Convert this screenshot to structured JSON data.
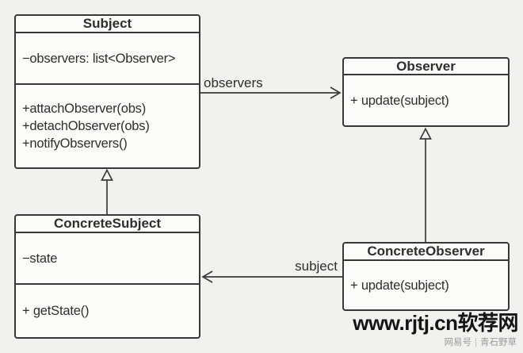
{
  "diagram": {
    "type": "uml-class-diagram",
    "pattern": "Observer",
    "classes": [
      {
        "id": "subject",
        "title": "Subject",
        "attributes": [
          "−observers: list<Observer>"
        ],
        "methods": [
          "+attachObserver(obs)",
          "+detachObserver(obs)",
          "+notifyObservers()"
        ]
      },
      {
        "id": "observer",
        "title": "Observer",
        "attributes": [],
        "methods": [
          "+ update(subject)"
        ]
      },
      {
        "id": "concrete-subject",
        "title": "ConcreteSubject",
        "attributes": [
          "−state"
        ],
        "methods": [
          "+ getState()"
        ]
      },
      {
        "id": "concrete-observer",
        "title": "ConcreteObserver",
        "attributes": [],
        "methods": [
          "+ update(subject)"
        ]
      }
    ],
    "relations": [
      {
        "type": "association",
        "from": "Subject",
        "to": "Observer",
        "label": "observers",
        "arrowhead": "open"
      },
      {
        "type": "association",
        "from": "ConcreteObserver",
        "to": "ConcreteSubject",
        "label": "subject",
        "arrowhead": "open"
      },
      {
        "type": "inheritance",
        "from": "ConcreteSubject",
        "to": "Subject",
        "label": "",
        "arrowhead": "hollow-triangle"
      },
      {
        "type": "inheritance",
        "from": "ConcreteObserver",
        "to": "Observer",
        "label": "",
        "arrowhead": "hollow-triangle"
      }
    ],
    "colors": {
      "background": "#f1f1f0",
      "box_fill": "#fbfbfa",
      "border": "#383838",
      "text": "#2e2e2e",
      "watermark": "#141414",
      "credit": "#9b9b9b"
    }
  },
  "watermark": {
    "text": "www.rjtj.cn软荐网"
  },
  "credit": {
    "source": "网易号",
    "separator": "|",
    "author": "青石野草"
  }
}
